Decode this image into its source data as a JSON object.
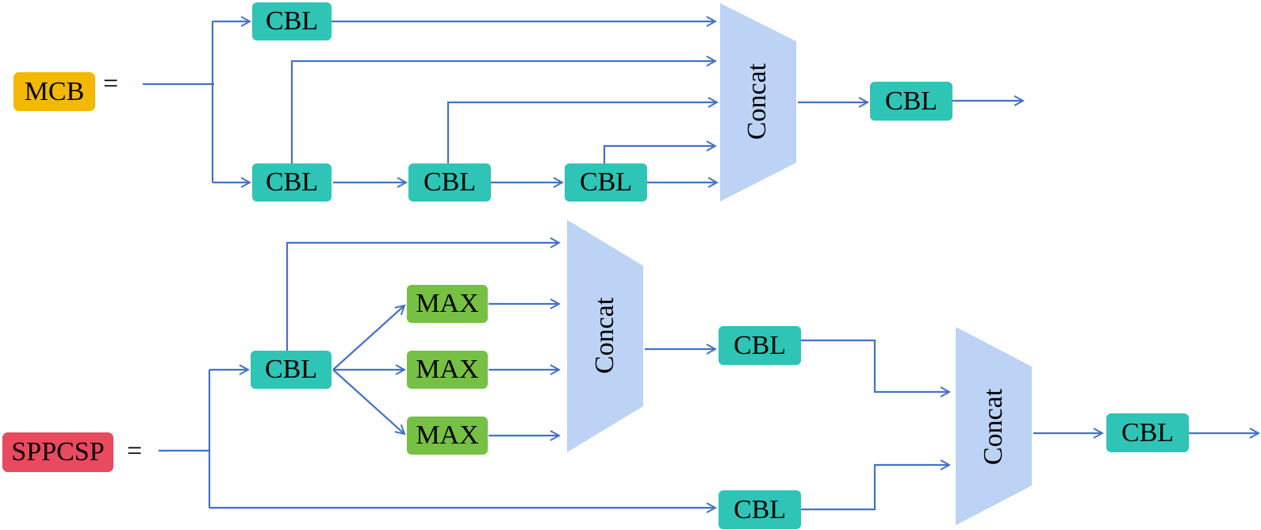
{
  "mcb": {
    "label": "MCB",
    "equals": "=",
    "cbl_top": "CBL",
    "cbl_1": "CBL",
    "cbl_2": "CBL",
    "cbl_3": "CBL",
    "concat": "Concat",
    "cbl_out": "CBL"
  },
  "sppcsp": {
    "label": "SPPCSP",
    "equals": "=",
    "cbl_in": "CBL",
    "max_1": "MAX",
    "max_2": "MAX",
    "max_3": "MAX",
    "concat_1": "Concat",
    "cbl_mid": "CBL",
    "cbl_bottom": "CBL",
    "concat_2": "Concat",
    "cbl_out": "CBL"
  },
  "colors": {
    "cbl": "#2ec4b6",
    "max": "#76c043",
    "concat": "#bcd3f5",
    "arrow": "#4472c4",
    "mcb_label": "#f5b800",
    "sppcsp_label": "#e84a5f"
  }
}
